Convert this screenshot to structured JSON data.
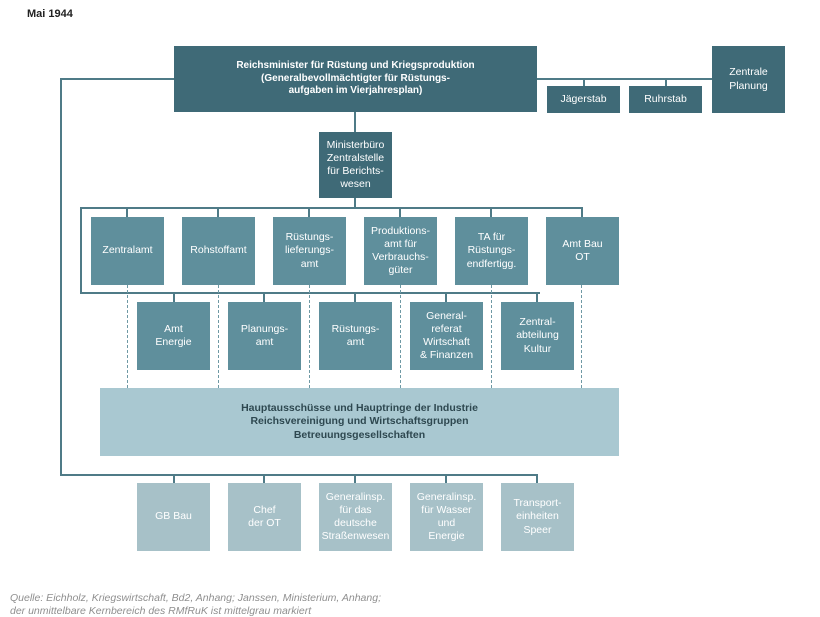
{
  "header": {
    "date": "Mai 1944"
  },
  "top": {
    "minister": "Reichsminister für Rüstung und Kriegsproduktion\n(Generalbevollmächtigter für Rüstungs-\naufgaben im Vierjahresplan)",
    "jaegerstab": "Jägerstab",
    "ruhrstab": "Ruhrstab",
    "zentrale_planung": "Zentrale\nPlanung"
  },
  "ministerbuero": "Ministerbüro\nZentralstelle\nfür Berichts-\nwesen",
  "row1": [
    "Zentralamt",
    "Rohstoffamt",
    "Rüstungs-\nlieferungs-\namt",
    "Produktions-\namt für\nVerbrauchs-\ngüter",
    "TA für\nRüstungs-\nendfertigg.",
    "Amt Bau\nOT"
  ],
  "row2": [
    "Amt\nEnergie",
    "Planungs-\namt",
    "Rüstungs-\namt",
    "General-\nreferat\nWirtschaft\n& Finanzen",
    "Zentral-\nabteilung\nKultur"
  ],
  "industrie": "Hauptausschüsse und Hauptringe der Industrie\nReichsvereinigung und Wirtschaftsgruppen\nBetreuungsgesellschaften",
  "row3": [
    "GB Bau",
    "Chef\nder OT",
    "Generalinsp.\nfür das\ndeutsche\nStraßenwesen",
    "Generalinsp.\nfür Wasser\nund\nEnergie",
    "Transport-\neinheiten\nSpeer"
  ],
  "source": {
    "line1": "Quelle: Eichholz, Kriegswirtschaft, Bd2, Anhang; Janssen, Ministerium, Anhang;",
    "line2": "der unmittelbare Kernbereich des RMfRuK ist mittelgrau markiert"
  },
  "colors": {
    "dark": "#3f6a77",
    "mid": "#5f8f9c",
    "pale": "#a9c8d1",
    "light": "#a7c1c8",
    "line": "#4f7b87"
  }
}
